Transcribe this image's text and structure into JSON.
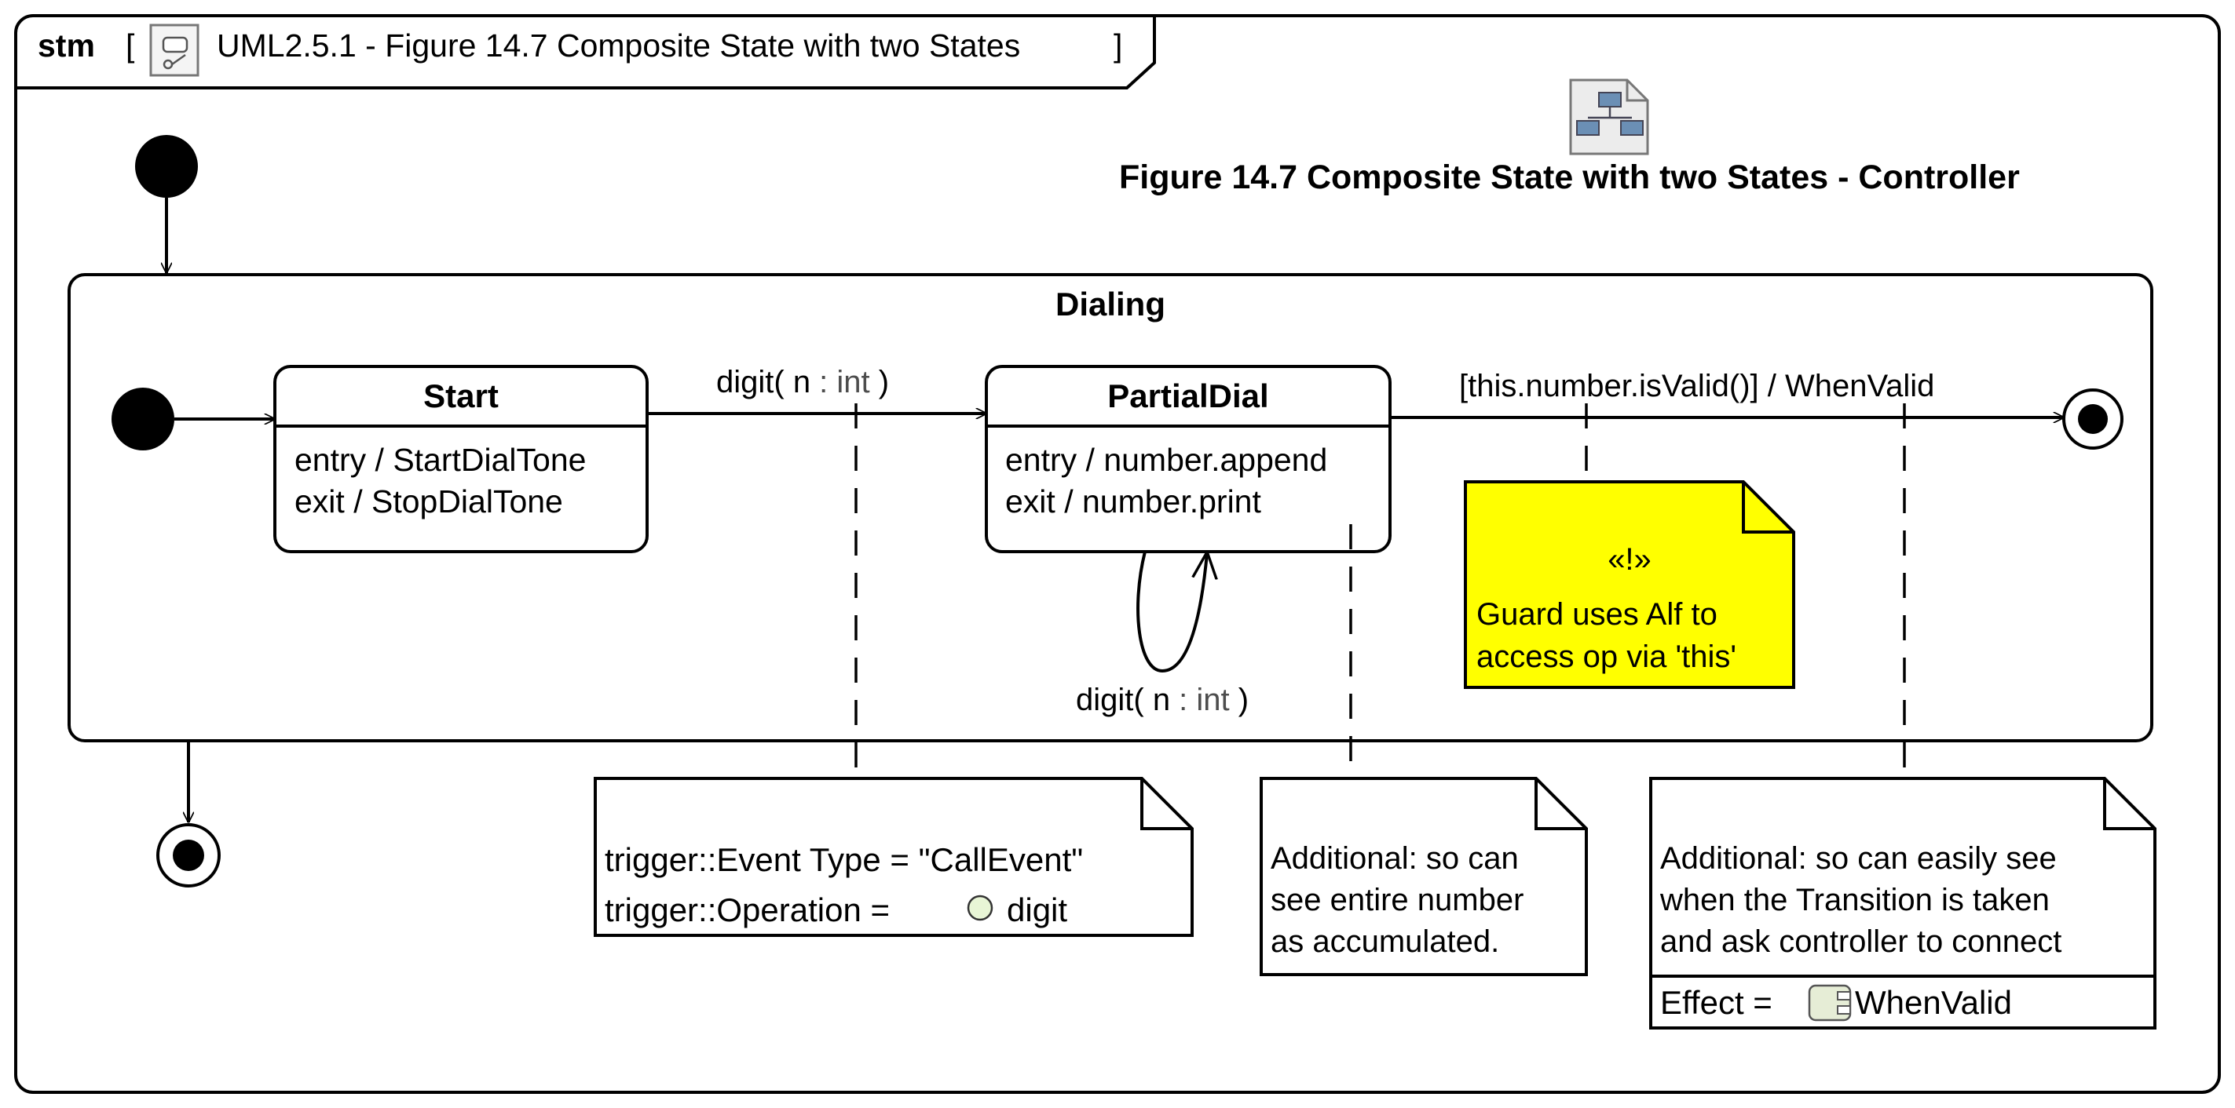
{
  "frame": {
    "kind": "stm",
    "open_bracket": "[",
    "title": "UML2.5.1 - Figure 14.7 Composite State with two States",
    "close_bracket": "]"
  },
  "diagram_title": "Figure 14.7 Composite State with two States - Controller",
  "composite_state": {
    "name": "Dialing"
  },
  "states": {
    "start": {
      "name": "Start",
      "entry": "entry / StartDialTone",
      "exit": "exit / StopDialTone"
    },
    "partial_dial": {
      "name": "PartialDial",
      "entry": "entry /  number.append",
      "exit": "exit / number.print"
    }
  },
  "transitions": {
    "start_to_partial": {
      "event": "digit( ",
      "param": "n",
      "type": " : int",
      "close": " )"
    },
    "self_loop": {
      "event": "digit( ",
      "param": "n",
      "type": " : int",
      "close": " )"
    },
    "to_final": {
      "label": "[this.number.isValid()] / WhenValid"
    }
  },
  "notes": {
    "guard": {
      "stereotype": "«!»",
      "line1": "Guard uses Alf to",
      "line2": "access op via 'this'",
      "color": "#ffff00"
    },
    "trigger": {
      "line1": "trigger::Event Type = \"CallEvent\"",
      "line2_prefix": "trigger::Operation = ",
      "line2_value": "digit"
    },
    "additional_number": {
      "line1": "Additional: so can",
      "line2": "see entire number",
      "line3": "as accumulated."
    },
    "additional_transition": {
      "line1": "Additional: so can easily see",
      "line2": "when the Transition is taken",
      "line3": "and ask controller to connect",
      "effect_label": "Effect = ",
      "effect_value": "WhenValid"
    }
  },
  "icons": {
    "frame_icon": "state-machine-icon",
    "diagram_icon": "hierarchy-diagram-icon",
    "operation_icon": "operation-circle-icon",
    "activity_icon": "activity-component-icon"
  }
}
